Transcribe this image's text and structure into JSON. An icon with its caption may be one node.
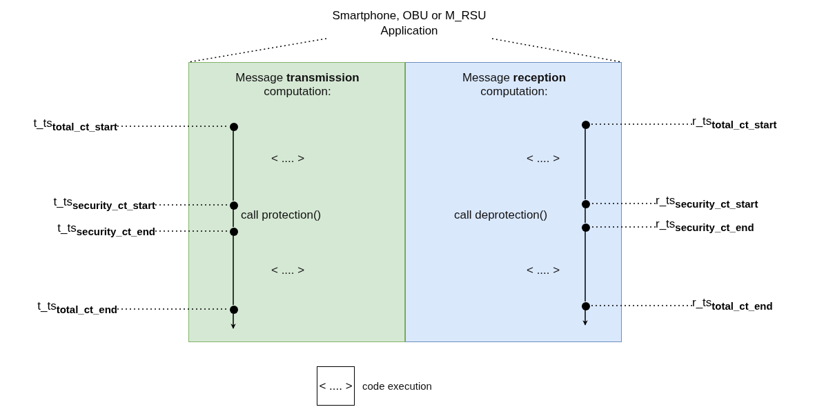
{
  "diagram": {
    "nodes": [
      {
        "text": [
          "Smartphone, OBU or M_RSU Application"
        ]
      },
      {
        "text": [
          "Message **transmission** computation:"
        ]
      },
      {
        "text": [
          "Message **reception** computation:"
        ]
      },
      {
        "text": [],
        "shape": "circle",
        "in": 1
      },
      {
        "text": [],
        "shape": "circle",
        "in": 1
      },
      {
        "text": [],
        "shape": "circle",
        "in": 1
      },
      {
        "text": [],
        "shape": "circle",
        "in": 1
      },
      {
        "text": [],
        "shape": "circle",
        "in": 2
      },
      {
        "text": [],
        "shape": "circle",
        "in": 2
      },
      {
        "text": [],
        "shape": "circle",
        "in": 2
      },
      {
        "text": [],
        "shape": "circle",
        "in": 2
      },
      {
        "text": [
          "t_ts$_{total_ct_start}$"
        ]
      },
      {
        "text": [
          "t_ts$_{security_ct_start}$"
        ]
      },
      {
        "text": [
          "t_ts$_{security_ct_end}$"
        ]
      },
      {
        "text": [
          "t_ts$_{total_ct_end}$"
        ]
      },
      {
        "text": [
          "r_ts$_{total_ct_start}$"
        ]
      },
      {
        "text": [
          "r_ts$_{security_ct_start}$"
        ]
      },
      {
        "text": [
          "r_ts$_{security_ct_end}$"
        ]
      },
      {
        "text": [
          "r_ts$_{total_ct_end}$"
        ]
      },
      {
        "text": [
          "< .... >"
        ],
        "beside": [
          "code execution"
        ]
      }
    ],
    "edges": [
      {
        "from": 0,
        "to": 1,
        "arrow": "none",
        "style": "dashed"
      },
      {
        "from": 0,
        "to": 2,
        "arrow": "none",
        "style": "dashed"
      },
      {
        "from": 3,
        "to": 4,
        "arrow": "none"
      },
      {
        "from": 4,
        "to": 5,
        "arrow": "none"
      },
      {
        "from": 5,
        "to": 6,
        "arrow": "none"
      },
      {
        "from": 6,
        "to": null,
        "arrow": "to"
      },
      {
        "from": 7,
        "to": 8,
        "arrow": "none"
      },
      {
        "from": 8,
        "to": 9,
        "arrow": "none"
      },
      {
        "from": 9,
        "to": 10,
        "arrow": "none"
      },
      {
        "from": 10,
        "to": null,
        "arrow": "to"
      },
      {
        "from": 11,
        "to": 3,
        "arrow": "none",
        "style": "dashed"
      },
      {
        "from": 12,
        "to": 4,
        "arrow": "none",
        "style": "dashed"
      },
      {
        "from": 13,
        "to": 5,
        "arrow": "none",
        "style": "dashed"
      },
      {
        "from": 14,
        "to": 6,
        "arrow": "none",
        "style": "dashed"
      },
      {
        "from": 15,
        "to": 7,
        "arrow": "none",
        "style": "dashed"
      },
      {
        "from": 16,
        "to": 8,
        "arrow": "none",
        "style": "dashed"
      },
      {
        "from": 17,
        "to": 9,
        "arrow": "none",
        "style": "dashed"
      },
      {
        "from": 18,
        "to": 10,
        "arrow": "none",
        "style": "dashed"
      }
    ],
    "labels": [
      "< .... >",
      "< .... >",
      "call protection()",
      "call deprotection()",
      "< .... >",
      "< .... >"
    ]
  }
}
